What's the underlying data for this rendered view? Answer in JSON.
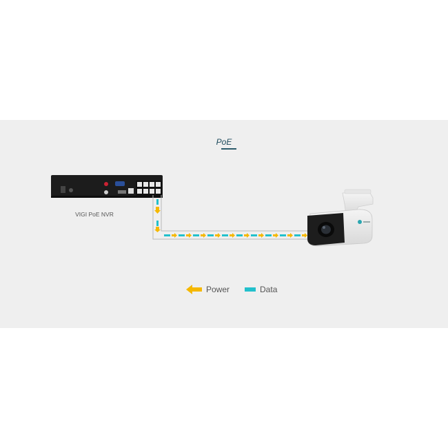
{
  "diagram": {
    "title": "PoE",
    "nvr_label": "VIGI PoE NVR",
    "legend": {
      "power_label": "Power",
      "data_label": "Data"
    },
    "colors": {
      "power": "#f5b800",
      "data": "#22c0cc",
      "cable": "#b9b9b9",
      "panel": "#efefef",
      "device": "#1c1c1c"
    }
  }
}
